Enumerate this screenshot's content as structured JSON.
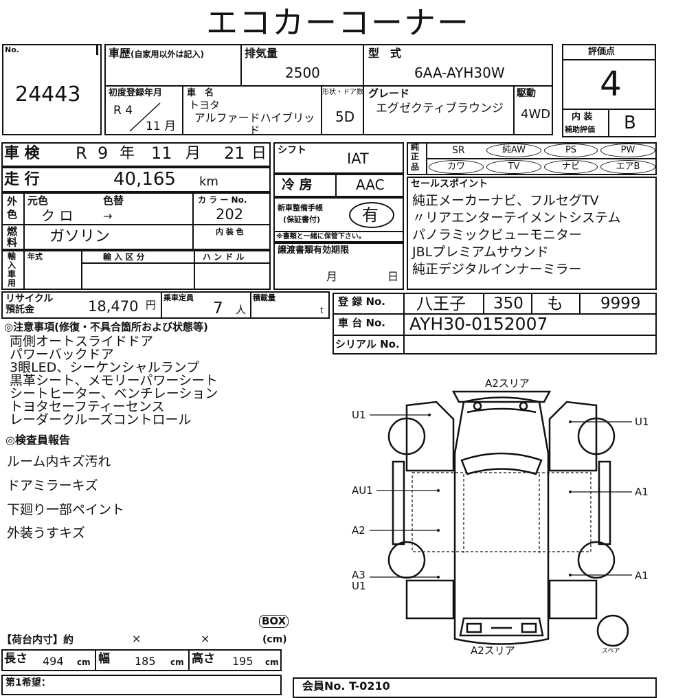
{
  "title": "エコカーコーナー",
  "lot": {
    "label": "No.",
    "value": "24443"
  },
  "history": {
    "label": "車歴",
    "sub": "(自家用以外は記入)"
  },
  "displacement": {
    "label": "排気量",
    "value": "2500"
  },
  "model": {
    "label": "型　式",
    "value": "6AA-AYH30W"
  },
  "score": {
    "label": "評価点",
    "value": "4",
    "interior_label_1": "内 装",
    "interior_label_2": "補助評価",
    "interior_value": "B"
  },
  "first_reg": {
    "label": "初度登録年月",
    "era": "R 4",
    "month": "11 月"
  },
  "car_name": {
    "label": "車　名",
    "maker": "トヨタ",
    "name": "アルファードハイブリッド"
  },
  "doors": {
    "label": "形状・ドア数",
    "value": "5D"
  },
  "grade": {
    "label": "グレード",
    "value": "エグゼクティブラウンジ"
  },
  "drive": {
    "label": "駆動",
    "value": "4WD"
  },
  "inspection": {
    "label": "車 検",
    "era": "R",
    "year": "9",
    "y": "年",
    "month": "11",
    "m": "月",
    "day": "21",
    "d": "日"
  },
  "mileage": {
    "label": "走 行",
    "value": "40,165",
    "unit": "km"
  },
  "color": {
    "label1": "外",
    "label2": "色",
    "orig": "元色",
    "change": "色替",
    "value": "ク ロ",
    "arrow": "→",
    "no_label": "カ ラ ー No.",
    "no_value": "202",
    "interior": "内 装 色"
  },
  "fuel": {
    "label1": "燃",
    "label2": "料",
    "value": "ガソリン"
  },
  "import": {
    "l1": "輸",
    "l2": "入",
    "l3": "車",
    "l4": "用",
    "year": "年式",
    "category": "輸 入 区 分",
    "handle": "ハ ン ド ル"
  },
  "shift": {
    "label": "シフト",
    "value": "IAT"
  },
  "ac": {
    "label": "冷 房",
    "value": "AAC"
  },
  "manual": {
    "label1": "新車整備手帳",
    "label2": "(保証書付)",
    "value": "有",
    "note": "※書類と一緒に保管下さい。"
  },
  "transfer": {
    "label": "譲渡書類有効期限",
    "m": "月",
    "d": "日"
  },
  "genuine": {
    "l1": "純",
    "l2": "正",
    "l3": "品",
    "row1": [
      "SR",
      "純AW",
      "PS",
      "PW"
    ],
    "row2": [
      "カワ",
      "TV",
      "ナビ",
      "エアB"
    ]
  },
  "sales": {
    "label": "セールスポイント",
    "lines": [
      "純正メーカーナビ、フルセグTV",
      "〃リアエンターテイメントシステム",
      "パノラミックビューモニター",
      "JBLプレミアムサウンド",
      "純正デジタルインナーミラー"
    ]
  },
  "recycle": {
    "label1": "リサイクル",
    "label2": "預託金",
    "value": "18,470",
    "unit": "円"
  },
  "capacity": {
    "label": "乗車定員",
    "value": "7",
    "unit": "人"
  },
  "load": {
    "label": "積載量",
    "unit": "t"
  },
  "registration": {
    "label": "登 録 No.",
    "place": "八王子",
    "class": "350",
    "kana": "も",
    "number": "9999"
  },
  "chassis": {
    "label": "車 台 No.",
    "value": "AYH30-0152007"
  },
  "serial": {
    "label": "シリアル No."
  },
  "notes": {
    "label": "◎注意事項(修復・不具合箇所および状態等)",
    "lines": [
      "両側オートスライドドア",
      "パワーバックドア",
      "3眼LED、シーケンシャルランプ",
      "黒革シート、メモリーパワーシート",
      "シートヒーター、ベンチレーション",
      "トヨタセーフティーセンス",
      "レーダークルーズコントロール"
    ]
  },
  "inspector": {
    "label": "◎検査員報告",
    "lines": [
      "ルーム内キズ汚れ",
      "ドアミラーキズ",
      "下廻り一部ペイント",
      "外装うすキズ"
    ]
  },
  "diagram": {
    "top": "A2スリア",
    "bottom": "A2スリア",
    "spare": "スペア",
    "left": [
      "U1",
      "AU1",
      "A2",
      "A3",
      "U1"
    ],
    "right": [
      "U1",
      "A1",
      "A1"
    ]
  },
  "cargo": {
    "label": "【荷台内寸】約",
    "x1": "×",
    "x2": "×",
    "unit": "(cm)",
    "box": "BOX",
    "length_label": "長さ",
    "length": "494",
    "width_label": "幅",
    "width": "185",
    "height_label": "高さ",
    "height": "195",
    "cm": "cm"
  },
  "wish": {
    "label": "第1希望："
  },
  "member": {
    "label": "会員No.",
    "value": "T-0210"
  }
}
